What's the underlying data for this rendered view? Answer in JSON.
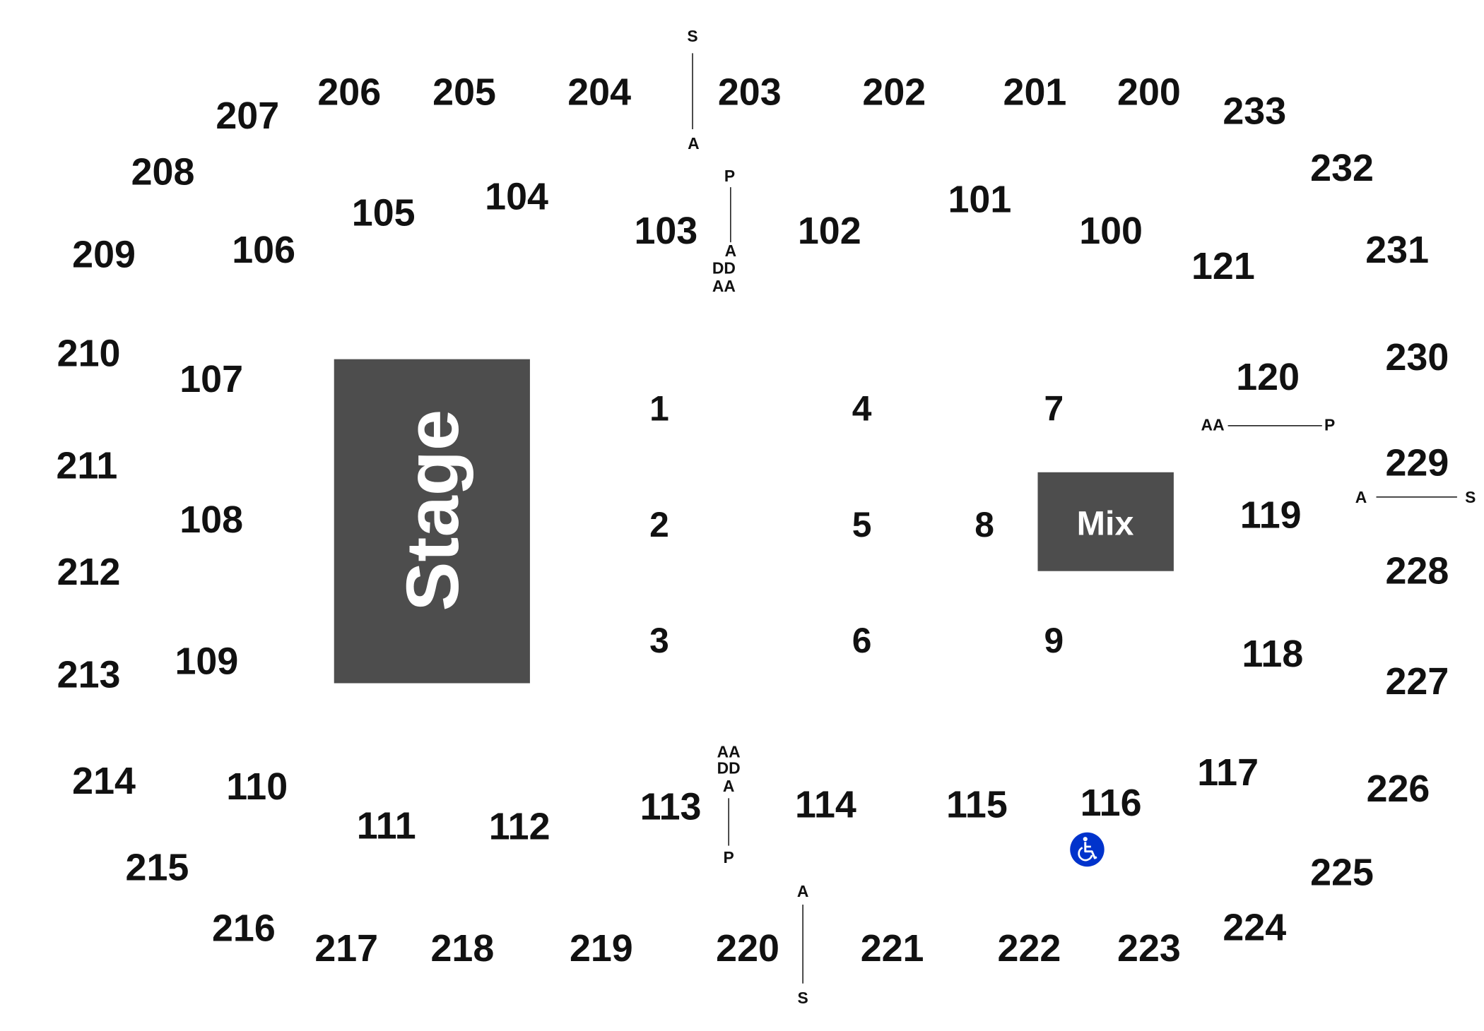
{
  "map": {
    "stage_label": "Stage",
    "mix_label": "Mix",
    "upper_sections": [
      "200",
      "201",
      "202",
      "203",
      "204",
      "205",
      "206",
      "207",
      "208",
      "209",
      "210",
      "211",
      "212",
      "213",
      "214",
      "215",
      "216",
      "217",
      "218",
      "219",
      "220",
      "221",
      "222",
      "223",
      "224",
      "225",
      "226",
      "227",
      "228",
      "229",
      "230",
      "231",
      "232",
      "233"
    ],
    "lower_sections": [
      "100",
      "101",
      "102",
      "103",
      "104",
      "105",
      "106",
      "107",
      "108",
      "109",
      "110",
      "111",
      "112",
      "113",
      "114",
      "115",
      "116",
      "117",
      "118",
      "119",
      "120",
      "121"
    ],
    "floor_sections": [
      "1",
      "2",
      "3",
      "4",
      "5",
      "6",
      "7",
      "8",
      "9"
    ],
    "row_markers": {
      "top_aisle": [
        "S",
        "A"
      ],
      "sec103": [
        "P",
        "A",
        "DD",
        "AA"
      ],
      "sec113": [
        "AA",
        "DD",
        "A",
        "P"
      ],
      "bottom_aisle": [
        "A",
        "S"
      ],
      "sec120": [
        "AA",
        "P"
      ],
      "sec229": [
        "A",
        "S"
      ]
    },
    "accessible_icon": "wheelchair-icon",
    "colors": {
      "block": "#4d4d4d",
      "accessible": "#0033cc"
    }
  }
}
